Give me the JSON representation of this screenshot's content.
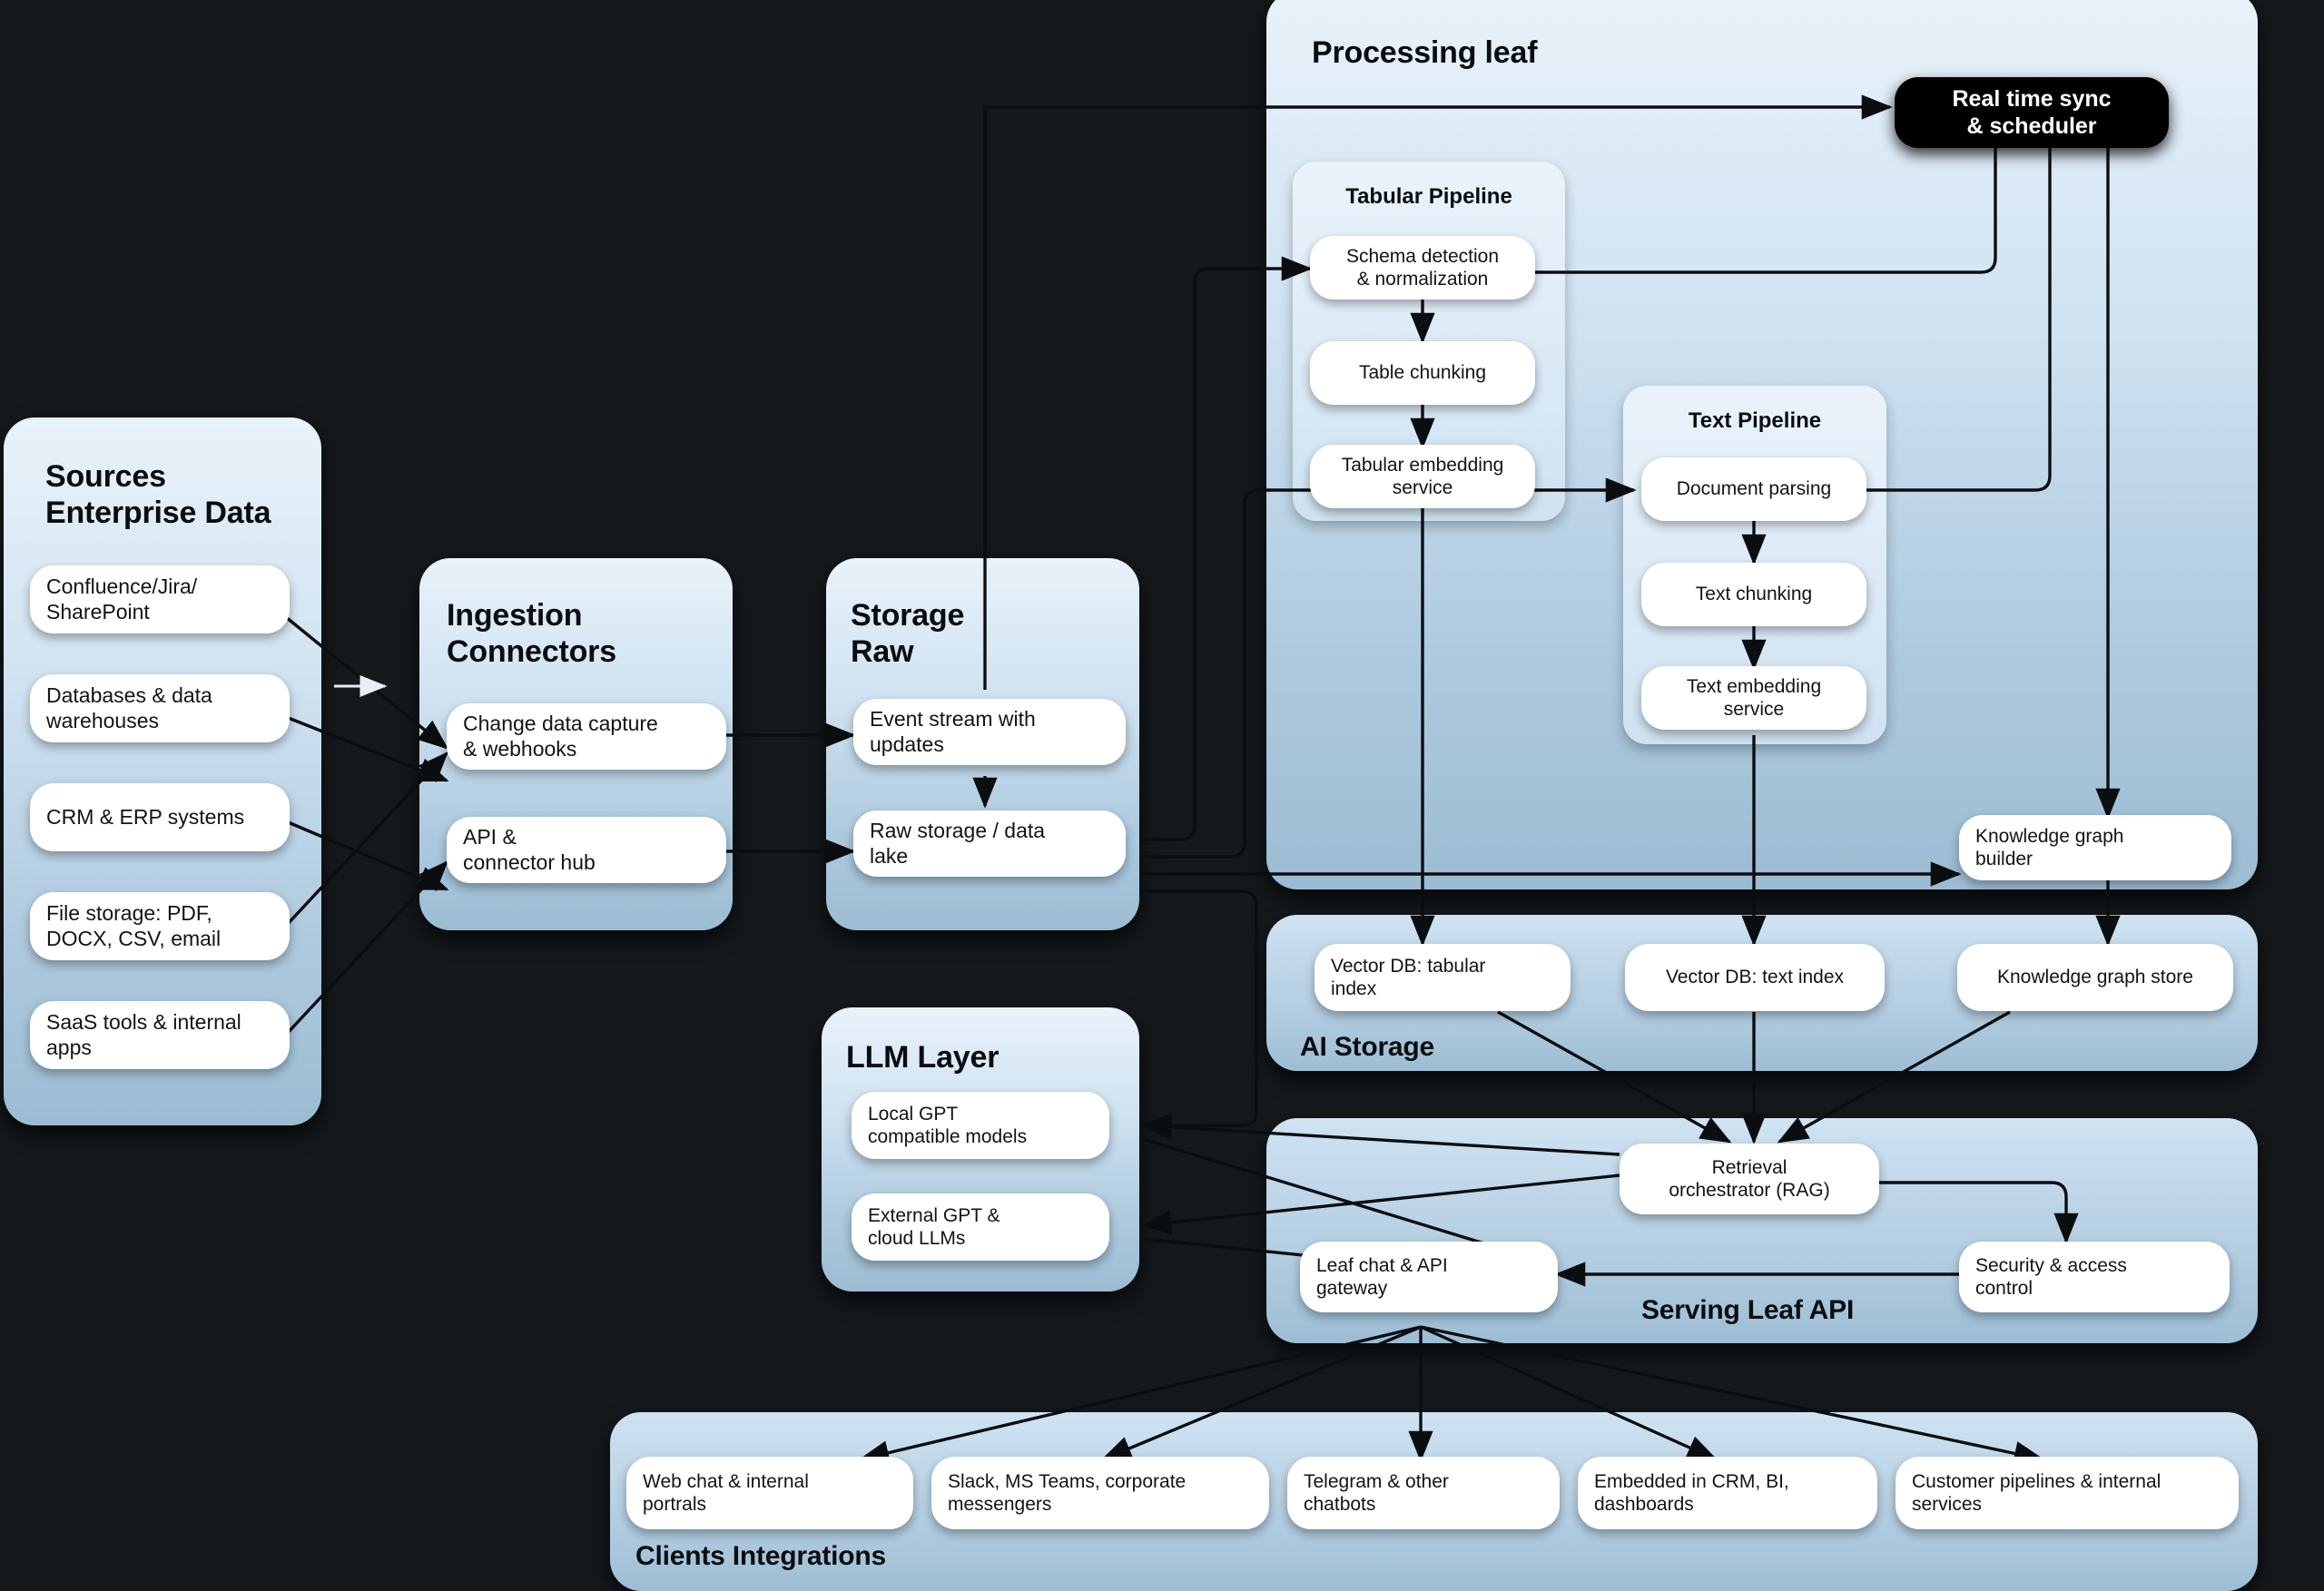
{
  "diagram": {
    "background_color": "#15191c",
    "panel_color": "#cfe2f1",
    "node_color": "#ffffff",
    "accent_dark": "#000000"
  },
  "groups": {
    "sources": {
      "title": "Sources\nEnterprise Data"
    },
    "ingestion": {
      "title": "Ingestion\nConnectors"
    },
    "storage": {
      "title": "Storage\nRaw"
    },
    "processing": {
      "title": "Processing leaf"
    },
    "tabular": {
      "title": "Tabular Pipeline"
    },
    "text": {
      "title": "Text Pipeline"
    },
    "ai_storage": {
      "title": "AI Storage"
    },
    "llm": {
      "title": "LLM Layer"
    },
    "serving": {
      "title": "Serving Leaf API"
    },
    "clients": {
      "title": "Clients Integrations"
    }
  },
  "nodes": {
    "sources": [
      {
        "label": "Confluence/Jira/\nSharePoint"
      },
      {
        "label": "Databases & data\nwarehouses"
      },
      {
        "label": "CRM & ERP systems"
      },
      {
        "label": "File storage: PDF,\nDOCX, CSV, email"
      },
      {
        "label": "SaaS tools & internal\napps"
      }
    ],
    "ingestion": [
      {
        "label": "Change data capture\n& webhooks"
      },
      {
        "label": "API &\nconnector hub"
      }
    ],
    "storage": [
      {
        "label": "Event stream with\nupdates"
      },
      {
        "label": "Raw storage / data\nlake"
      }
    ],
    "scheduler": {
      "label": "Real time sync\n& scheduler"
    },
    "tabular": [
      {
        "label": "Schema detection\n& normalization"
      },
      {
        "label": "Table chunking"
      },
      {
        "label": "Tabular embedding\nservice"
      }
    ],
    "text": [
      {
        "label": "Document parsing"
      },
      {
        "label": "Text chunking"
      },
      {
        "label": "Text embedding\nservice"
      }
    ],
    "kg_builder": {
      "label": "Knowledge graph\nbuilder"
    },
    "ai_storage": [
      {
        "label": "Vector DB: tabular\nindex"
      },
      {
        "label": "Vector DB: text index"
      },
      {
        "label": "Knowledge graph store"
      }
    ],
    "llm": [
      {
        "label": "Local GPT\ncompatible models"
      },
      {
        "label": "External GPT &\ncloud LLMs"
      }
    ],
    "serving": [
      {
        "label": "Retrieval\norchestrator (RAG)"
      },
      {
        "label": "Leaf chat & API\ngateway"
      },
      {
        "label": "Security & access\ncontrol"
      }
    ],
    "clients": [
      {
        "label": "Web chat & internal\nportrals"
      },
      {
        "label": "Slack, MS Teams, corporate\nmessengers"
      },
      {
        "label": "Telegram & other\nchatbots"
      },
      {
        "label": "Embedded in CRM, BI,\ndashboards"
      },
      {
        "label": "Customer pipelines & internal\nservices"
      }
    ]
  }
}
